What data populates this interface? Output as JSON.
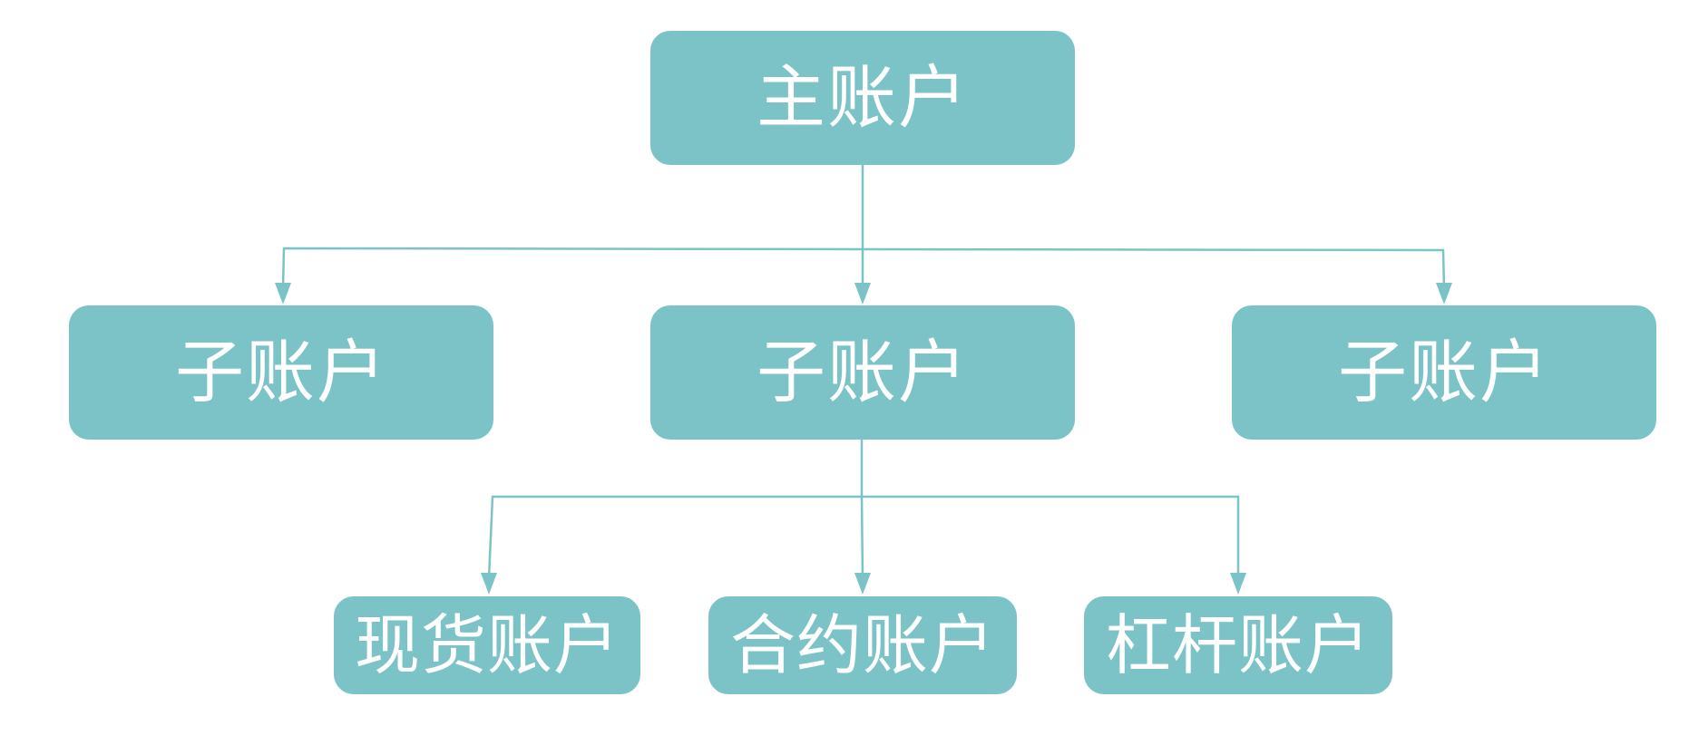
{
  "diagram": {
    "colors": {
      "node_fill": "#7bc3c7",
      "node_text": "#ffffff",
      "connector": "#7bc3c7"
    },
    "root": {
      "label": "主账户"
    },
    "sub_accounts": [
      {
        "label": "子账户"
      },
      {
        "label": "子账户"
      },
      {
        "label": "子账户"
      }
    ],
    "leaf_accounts": [
      {
        "label": "现货账户"
      },
      {
        "label": "合约账户"
      },
      {
        "label": "杠杆账户"
      }
    ]
  }
}
